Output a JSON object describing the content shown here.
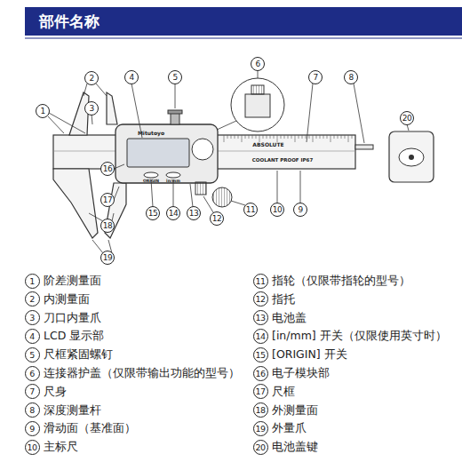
{
  "diagram": {
    "title": "部件名称",
    "labels": [
      "1",
      "2",
      "3",
      "4",
      "5",
      "6",
      "7",
      "8",
      "9",
      "10",
      "11",
      "12",
      "13",
      "14",
      "15",
      "16",
      "17",
      "18",
      "19",
      "20",
      "Mitutoyo",
      "ABSOLUTE",
      "COOLANT PROOF IP67",
      "ORIGIN",
      "in/mm",
      "1",
      "阶差测量面",
      "2",
      "内测量面",
      "3",
      "刀口内量爪",
      "4",
      "LCD 显示部",
      "5",
      "尺框紧固螺钉",
      "6",
      "连接器护盖（仅限带输出功能的型号）",
      "7",
      "尺身",
      "8",
      "深度测量杆",
      "9",
      "滑动面（基准面）",
      "10",
      "主标尺",
      "11",
      "指轮（仅限带指轮的型号）",
      "12",
      "指托",
      "13",
      "电池盖",
      "14",
      "[in/mm] 开关（仅限使用英寸时）",
      "15",
      "[ORIGIN] 开关",
      "16",
      "电子模块部",
      "17",
      "尺框",
      "18",
      "外测量面",
      "19",
      "外量爪",
      "20",
      "电池盖键"
    ]
  }
}
